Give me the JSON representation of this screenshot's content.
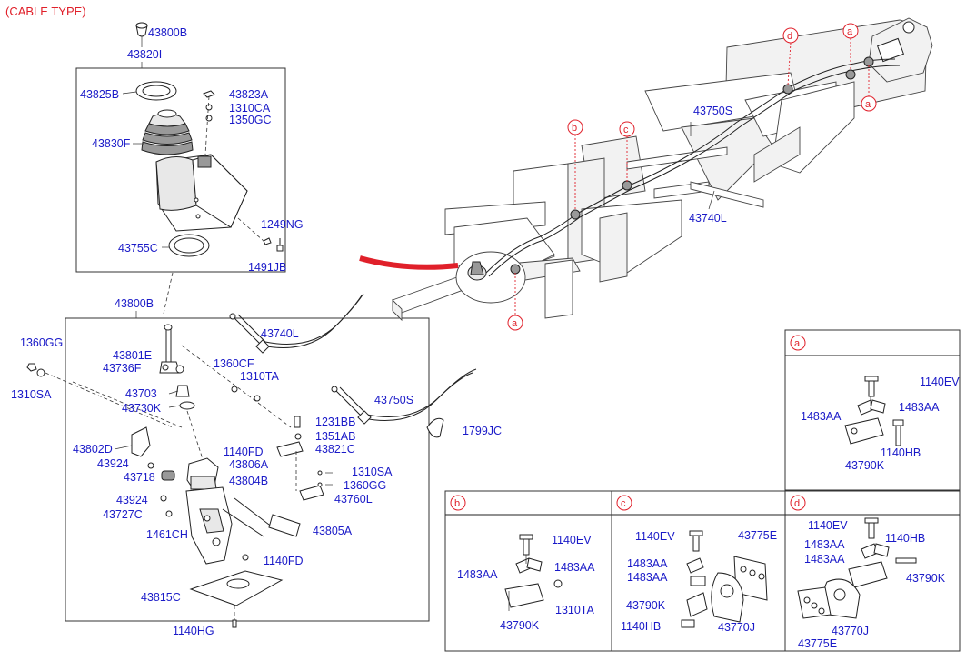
{
  "title": "(CABLE TYPE)",
  "colors": {
    "label": "#1a1ac8",
    "title": "#e0202a",
    "callout": "#e0202a",
    "arrow": "#e0202a"
  },
  "labels": {
    "l43800B_top": "43800B",
    "l43820I": "43820I",
    "l43825B": "43825B",
    "l43823A": "43823A",
    "l1310CA": "1310CA",
    "l1350GC": "1350GC",
    "l43830F": "43830F",
    "l1249NG": "1249NG",
    "l43755C": "43755C",
    "l1491JB": "1491JB",
    "l43800B_mid": "43800B",
    "l43740L_a": "43740L",
    "l1360GG_a": "1360GG",
    "l1310SA_a": "1310SA",
    "l43801E": "43801E",
    "l43736F": "43736F",
    "l1360CF": "1360CF",
    "l1310TA_a": "1310TA",
    "l43703": "43703",
    "l43730K": "43730K",
    "l43750S_a": "43750S",
    "l1231BB": "1231BB",
    "l1351AB": "1351AB",
    "l43821C": "43821C",
    "l1799JC": "1799JC",
    "l43802D": "43802D",
    "l1140FD_a": "1140FD",
    "l43924_a": "43924",
    "l43806A": "43806A",
    "l43718": "43718",
    "l43804B": "43804B",
    "l1310SA_b": "1310SA",
    "l1360GG_b": "1360GG",
    "l43760L": "43760L",
    "l43924_b": "43924",
    "l43727C": "43727C",
    "l1461CH": "1461CH",
    "l43805A": "43805A",
    "l1140FD_b": "1140FD",
    "l43815C": "43815C",
    "l1140HG": "1140HG",
    "l43750S_b": "43750S",
    "l43740L_b": "43740L"
  },
  "callouts": {
    "a": "a",
    "b": "b",
    "c": "c",
    "d": "d"
  },
  "detail_a": {
    "letter": "a",
    "labels": {
      "p1140EV": "1140EV",
      "p1483AA_l": "1483AA",
      "p1483AA_r": "1483AA",
      "p1140HB": "1140HB",
      "p43790K": "43790K"
    }
  },
  "detail_b": {
    "letter": "b",
    "labels": {
      "p1140EV": "1140EV",
      "p1483AA_l": "1483AA",
      "p1483AA_r": "1483AA",
      "p1310TA": "1310TA",
      "p43790K": "43790K"
    }
  },
  "detail_c": {
    "letter": "c",
    "labels": {
      "p1140EV": "1140EV",
      "p43775E": "43775E",
      "p1483AA_1": "1483AA",
      "p1483AA_2": "1483AA",
      "p43790K": "43790K",
      "p1140HB": "1140HB",
      "p43770J": "43770J"
    }
  },
  "detail_d": {
    "letter": "d",
    "labels": {
      "p1140EV": "1140EV",
      "p1140HB": "1140HB",
      "p1483AA_1": "1483AA",
      "p1483AA_2": "1483AA",
      "p43790K": "43790K",
      "p43770J": "43770J",
      "p43775E": "43775E"
    }
  }
}
